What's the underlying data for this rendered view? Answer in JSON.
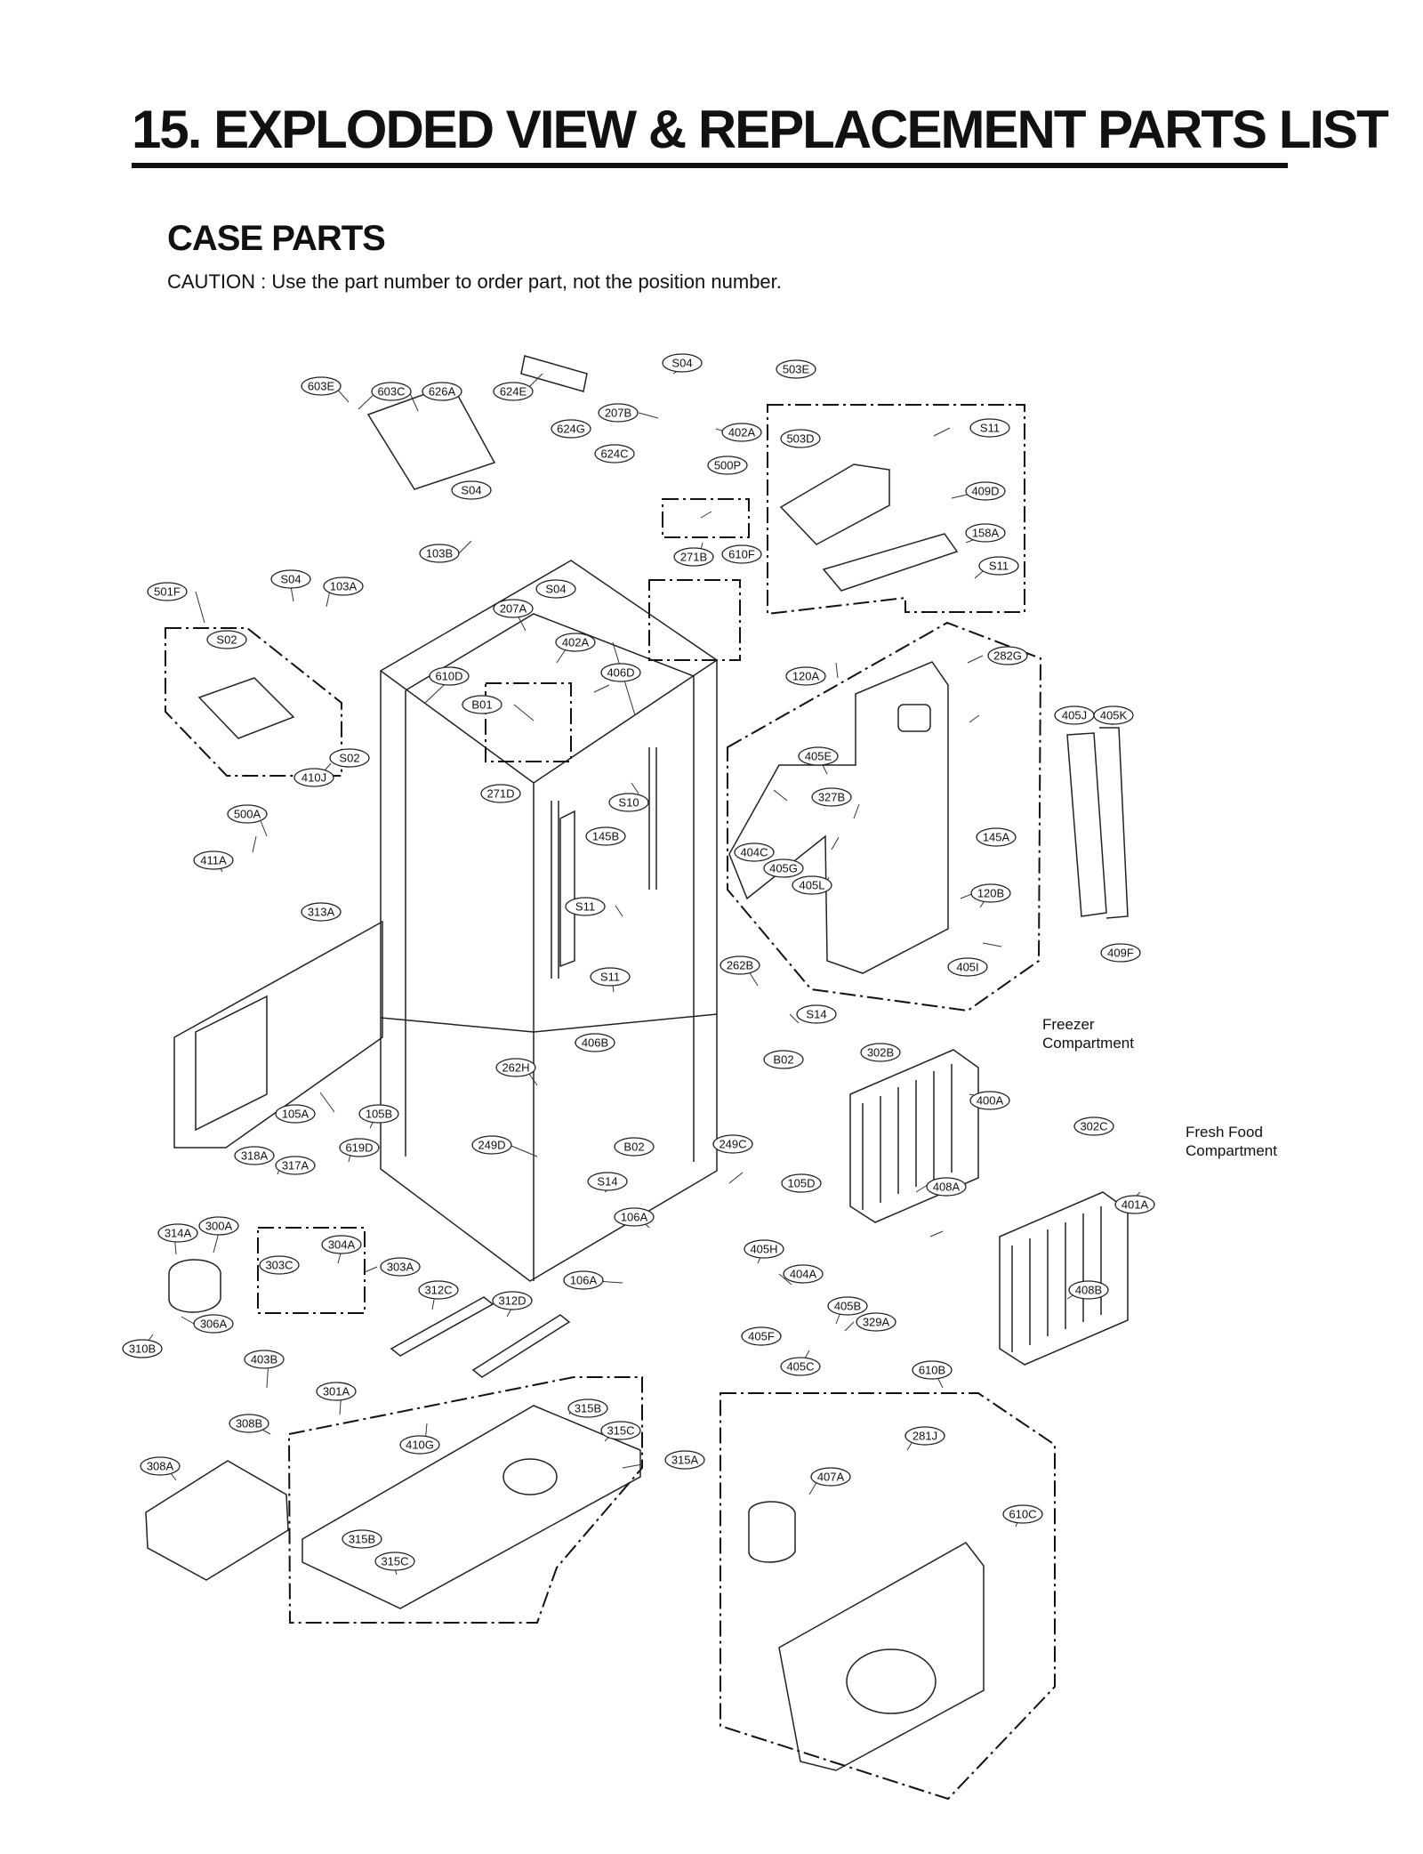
{
  "page": {
    "title": "15. EXPLODED VIEW & REPLACEMENT PARTS LIST",
    "section": "CASE PARTS",
    "caution": "CAUTION : Use the part number to order part, not the position number."
  },
  "compartment_labels": {
    "freezer": "Freezer\nCompartment",
    "fresh_food": "Fresh Food\nCompartment"
  },
  "callouts": [
    "603C",
    "603E",
    "626A",
    "624E",
    "S04",
    "207B",
    "402A",
    "503E",
    "503D",
    "S11",
    "624G",
    "624C",
    "500P",
    "S04",
    "409D",
    "610F",
    "103B",
    "271B",
    "158A",
    "S11",
    "501F",
    "S04",
    "103A",
    "S04",
    "207A",
    "S02",
    "402A",
    "610D",
    "406D",
    "120A",
    "282G",
    "B01",
    "405J",
    "405K",
    "S02",
    "410J",
    "271D",
    "405E",
    "327B",
    "500A",
    "S10",
    "411A",
    "145B",
    "404C",
    "405G",
    "145A",
    "405L",
    "120B",
    "313A",
    "S11",
    "S11",
    "405I",
    "409F",
    "262B",
    "S14",
    "406B",
    "302B",
    "B02",
    "262H",
    "400A",
    "105A",
    "105B",
    "302C",
    "249D",
    "B02",
    "249C",
    "318A",
    "619D",
    "317A",
    "S14",
    "105D",
    "401A",
    "106A",
    "408A",
    "314A",
    "300A",
    "304A",
    "303C",
    "303A",
    "405H",
    "404A",
    "106A",
    "312C",
    "312D",
    "408B",
    "405B",
    "306A",
    "329A",
    "405F",
    "310B",
    "403B",
    "405C",
    "610B",
    "301A",
    "315B",
    "308B",
    "315C",
    "410G",
    "281J",
    "315A",
    "308A",
    "407A",
    "610C",
    "315B",
    "315C"
  ]
}
